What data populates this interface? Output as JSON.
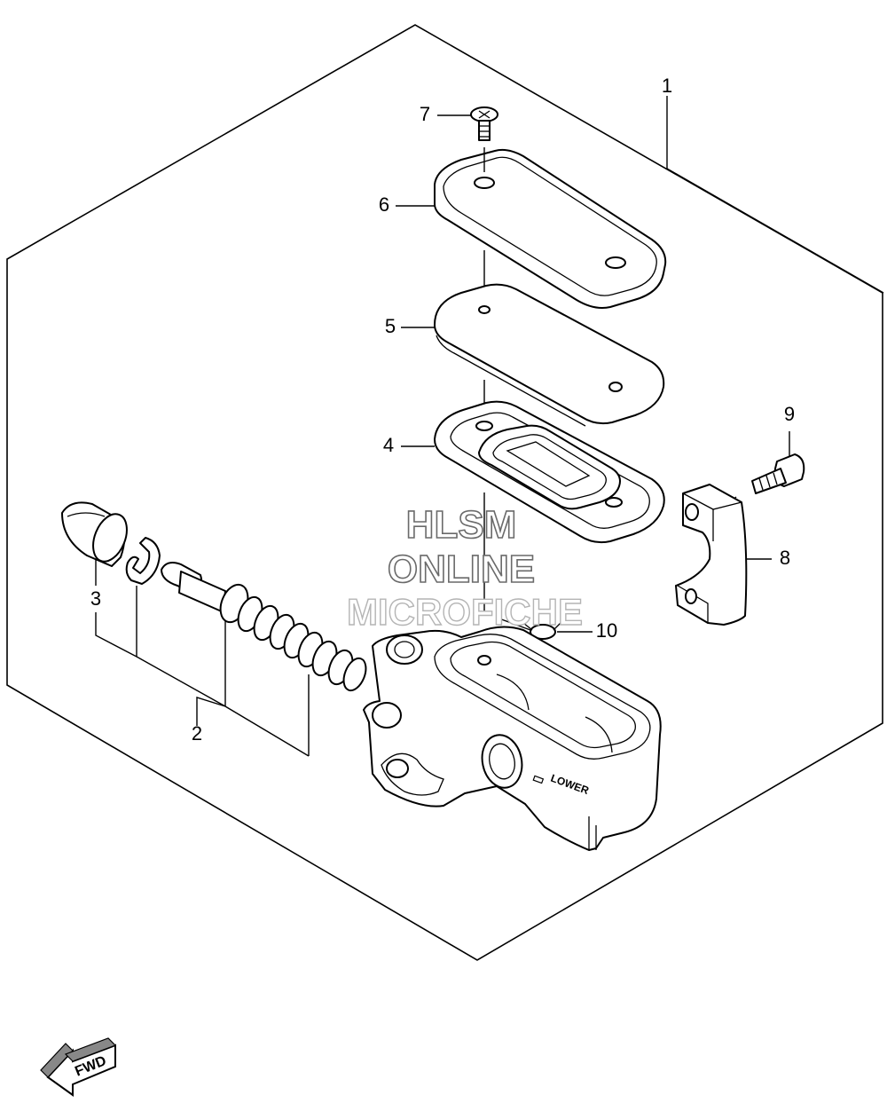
{
  "diagram": {
    "callouts": [
      {
        "id": "1",
        "label": "1"
      },
      {
        "id": "2",
        "label": "2"
      },
      {
        "id": "3",
        "label": "3"
      },
      {
        "id": "4",
        "label": "4"
      },
      {
        "id": "5",
        "label": "5"
      },
      {
        "id": "6",
        "label": "6"
      },
      {
        "id": "7",
        "label": "7"
      },
      {
        "id": "8",
        "label": "8"
      },
      {
        "id": "9",
        "label": "9"
      },
      {
        "id": "10",
        "label": "10"
      }
    ],
    "body_marking": "LOWER",
    "direction_badge": "FWD",
    "watermark": [
      "HLSM",
      "ONLINE",
      "MICROFICHE"
    ]
  }
}
